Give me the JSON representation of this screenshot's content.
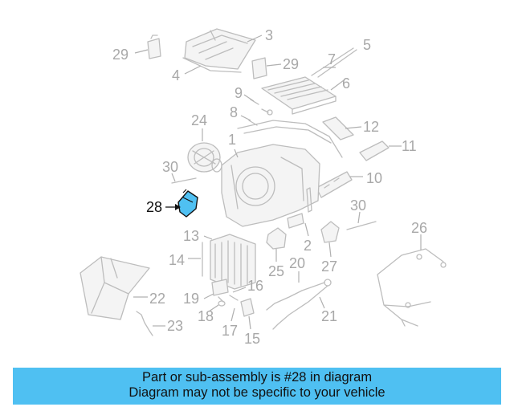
{
  "diagram": {
    "callouts": [
      "1",
      "2",
      "3",
      "4",
      "5",
      "6",
      "7",
      "8",
      "9",
      "10",
      "11",
      "12",
      "13",
      "14",
      "15",
      "16",
      "17",
      "18",
      "19",
      "20",
      "21",
      "22",
      "23",
      "24",
      "25",
      "26",
      "27",
      "28",
      "29",
      "29",
      "30",
      "30"
    ],
    "highlighted_part": "28",
    "colors": {
      "highlight": "#4fc0f2",
      "line_art": "#bdbdbd",
      "banner": "#4fc0f2"
    }
  },
  "banner": {
    "line1": "Part or sub-assembly is #28 in diagram",
    "line2": "Diagram may not be specific to your vehicle"
  }
}
